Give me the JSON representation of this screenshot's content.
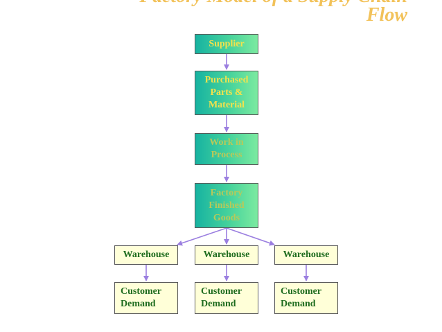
{
  "title": {
    "line1": "Factory Model of a Supply Chain",
    "line2": "Flow"
  },
  "nodes": {
    "supplier": "Supplier",
    "purchased": "Purchased\nParts &\nMaterial",
    "wip": "Work in\nProcess",
    "finished": "Factory\nFinished\nGoods",
    "warehouse_1": "Warehouse",
    "warehouse_2": "Warehouse",
    "warehouse_3": "Warehouse",
    "demand_1": "Customer\nDemand",
    "demand_2": "Customer\nDemand",
    "demand_3": "Customer\nDemand"
  },
  "colors": {
    "title": "#f2c25a",
    "teal_box": "#3cc8a0",
    "teal_text": "#f3e24c",
    "cream_box": "#ffffd8",
    "cream_text": "#1f6c1f",
    "arrow": "#9b7fe0"
  }
}
